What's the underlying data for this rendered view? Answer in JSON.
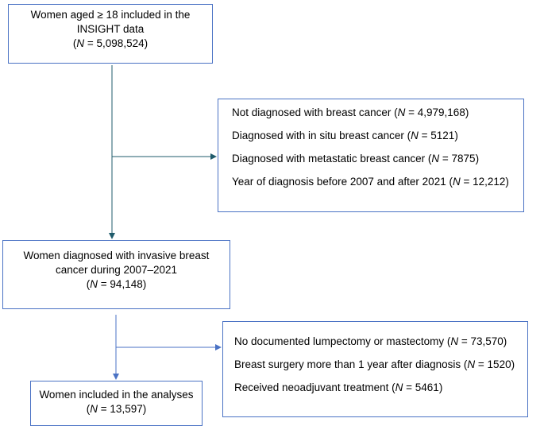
{
  "boxes": {
    "start": {
      "line1": "Women aged ≥ 18 included in the",
      "line2": "INSIGHT data",
      "n": "5,098,524"
    },
    "invasive": {
      "line1": "Women diagnosed with invasive breast",
      "line2": "cancer during 2007–2021",
      "n": "94,148"
    },
    "final": {
      "line1": "Women included in the analyses",
      "n": "13,597"
    }
  },
  "exclusions_1": [
    {
      "text": "Not diagnosed with breast cancer",
      "n": "4,979,168"
    },
    {
      "text": "Diagnosed with in situ breast cancer",
      "n": "5121"
    },
    {
      "text": "Diagnosed with metastatic breast cancer",
      "n": "7875"
    },
    {
      "text": "Year of diagnosis before 2007 and after 2021",
      "n": "12,212"
    }
  ],
  "exclusions_2": [
    {
      "text": "No documented lumpectomy or mastectomy",
      "n": "73,570"
    },
    {
      "text": "Breast surgery more than 1 year after diagnosis",
      "n": "1520"
    },
    {
      "text": "Received neoadjuvant treatment",
      "n": "5461"
    }
  ],
  "n_label": "N",
  "colors": {
    "box_border": "#4a72c4",
    "arrow_upper": "#1f5b6b",
    "arrow_lower": "#4a72c4"
  }
}
